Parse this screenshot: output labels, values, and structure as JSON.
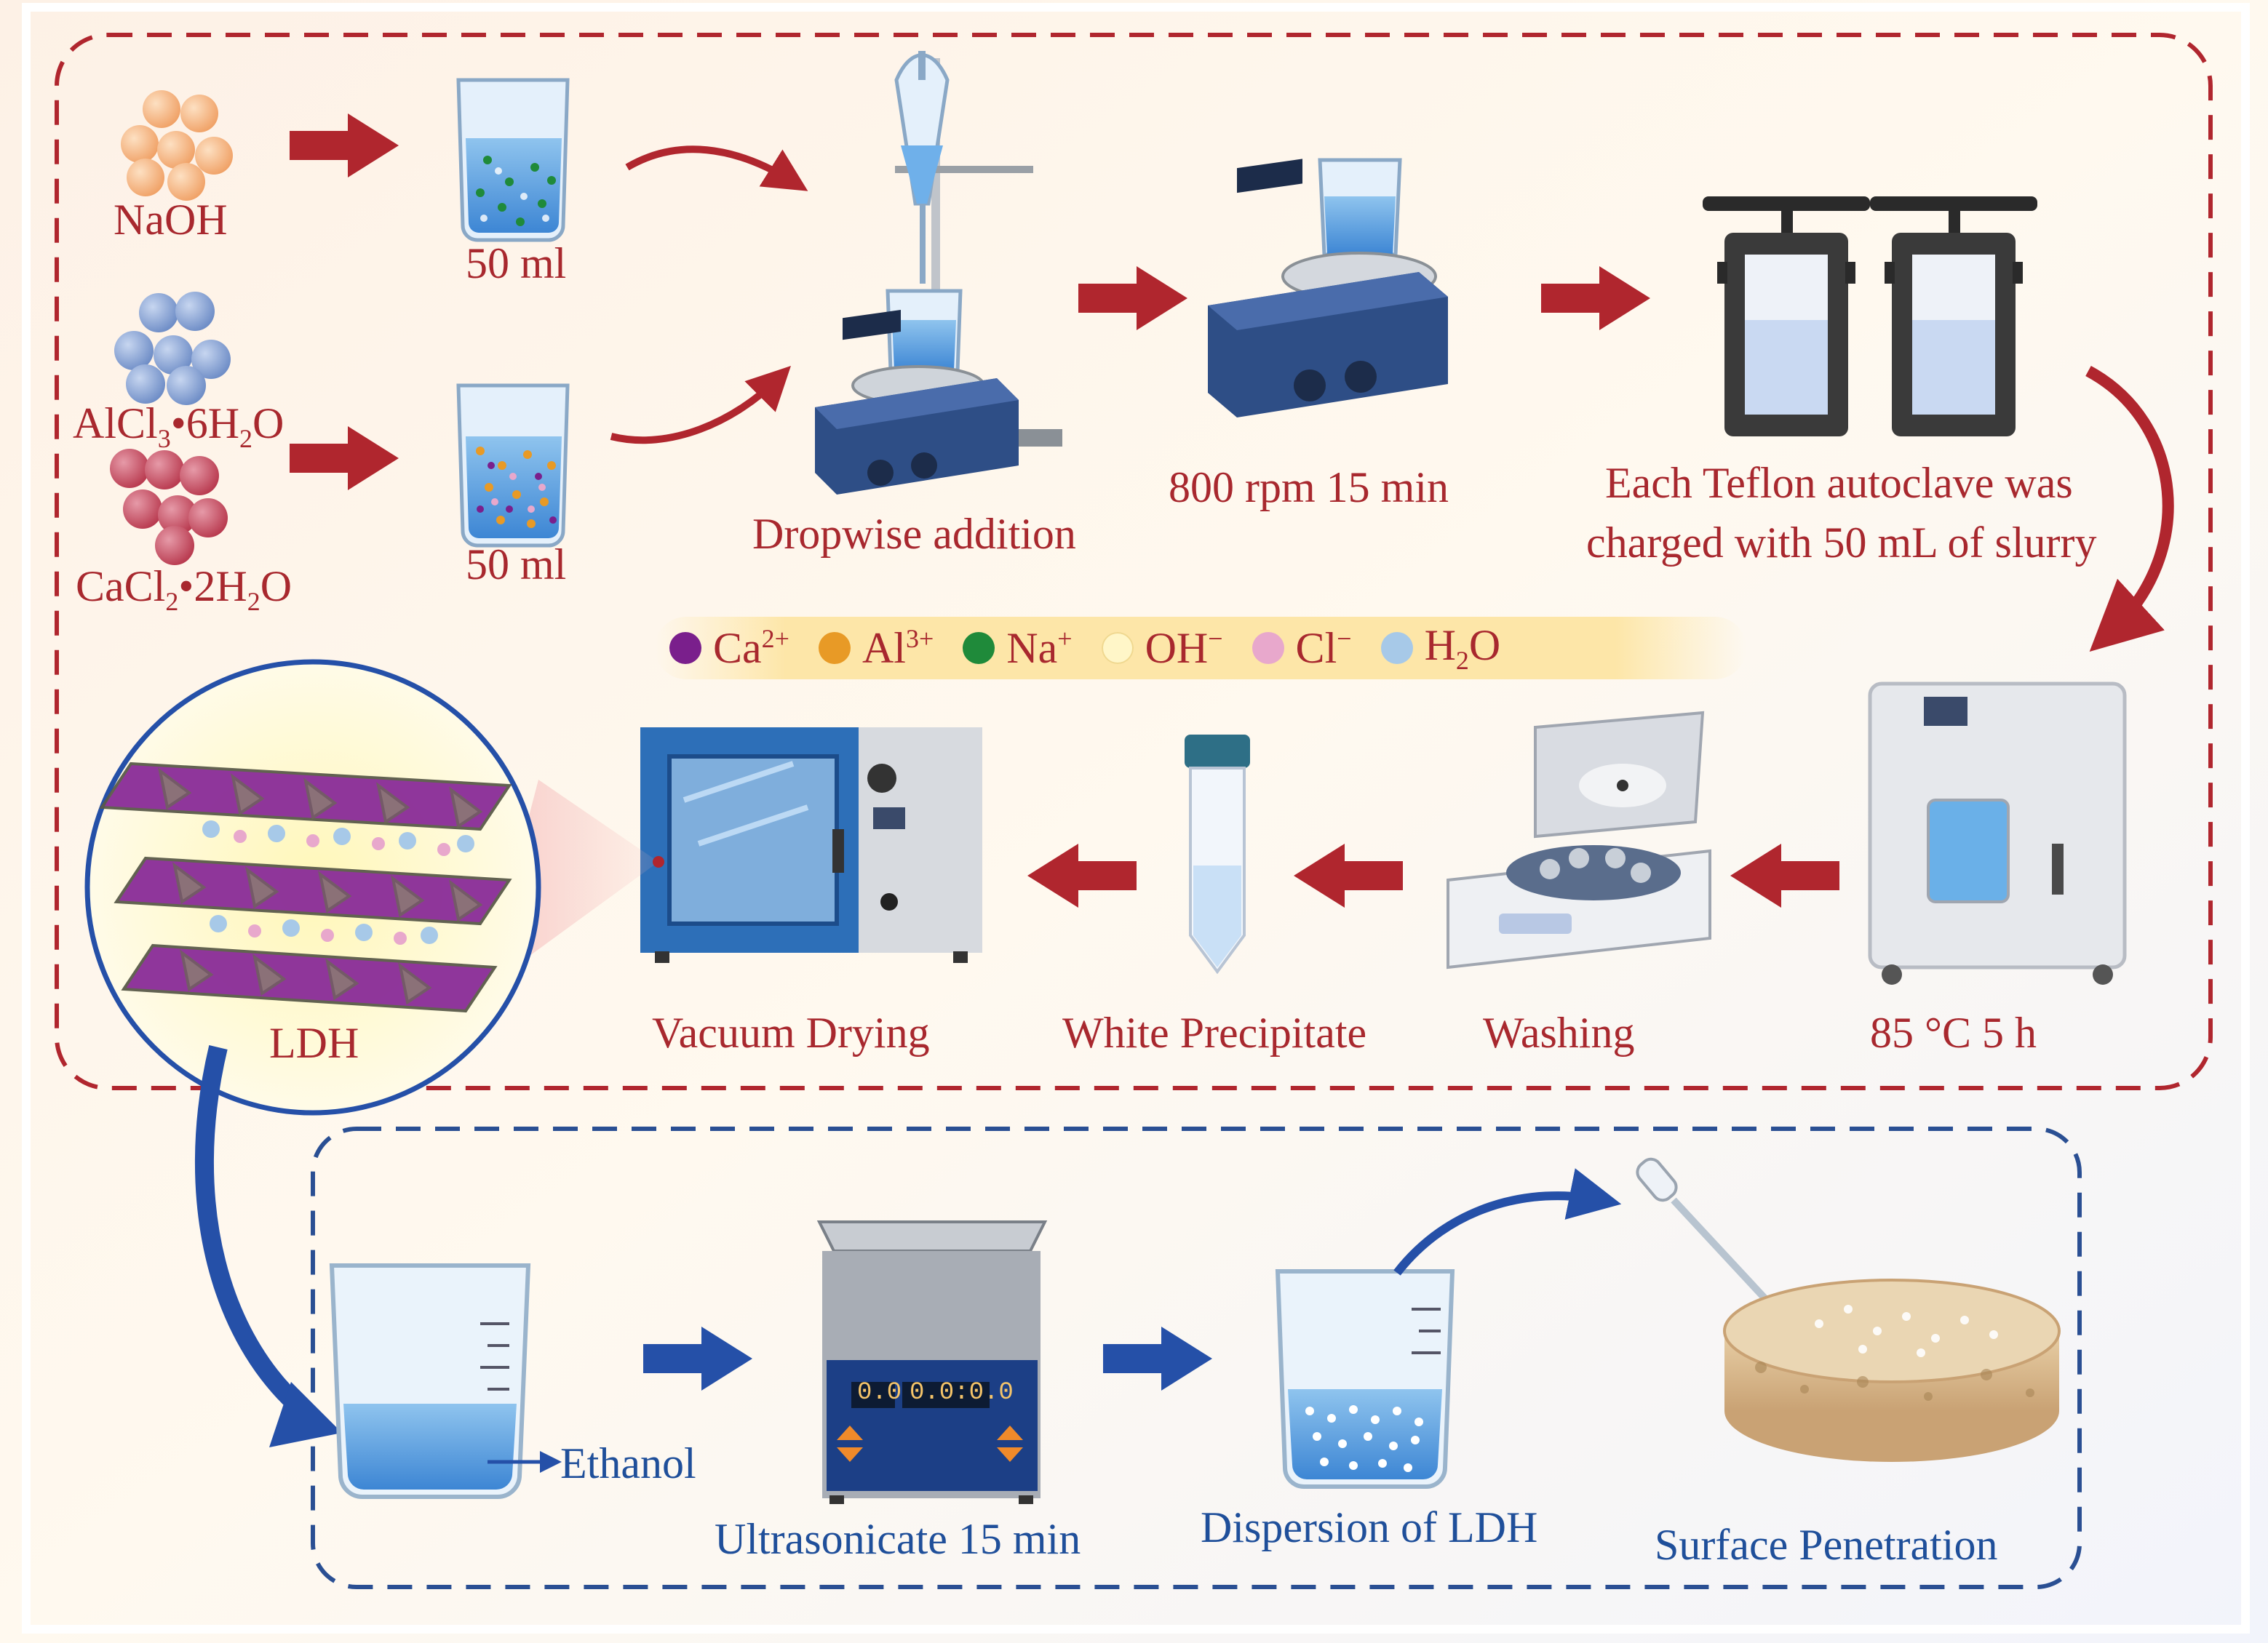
{
  "colors": {
    "accent_red": "#a8282e",
    "accent_blue": "#2550a8",
    "ca": "#7a1f8c",
    "al": "#e89a26",
    "na": "#1f8a3a",
    "oh": "#fff6c8",
    "cl": "#e8a8cc",
    "h2o": "#a7c9e8"
  },
  "reagents": {
    "naoh": "NaOH",
    "alcl3": {
      "base": "AlCl",
      "sub1": "3",
      "mid": "•6H",
      "sub2": "2",
      "end": "O"
    },
    "cacl2": {
      "base": "CaCl",
      "sub1": "2",
      "mid": "•2H",
      "sub2": "2",
      "end": "O"
    }
  },
  "beakers": {
    "top_volume": "50 ml",
    "bottom_volume": "50 ml"
  },
  "steps": {
    "dropwise": "Dropwise addition",
    "stir": "800 rpm  15 min",
    "autoclave_line1": "Each Teflon autoclave was",
    "autoclave_line2": "charged with 50 mL of slurry",
    "oven": "85 °C      5 h",
    "washing": "Washing",
    "precipitate": "White Precipitate",
    "drying": "Vacuum Drying",
    "ldh": "LDH"
  },
  "legend": [
    {
      "name": "ca",
      "base": "Ca",
      "sup": "2+",
      "sub": ""
    },
    {
      "name": "al",
      "base": "Al",
      "sup": "3+",
      "sub": ""
    },
    {
      "name": "na",
      "base": "Na",
      "sup": "+",
      "sub": ""
    },
    {
      "name": "oh",
      "base": "OH",
      "sup": "−",
      "sub": ""
    },
    {
      "name": "cl",
      "base": "Cl",
      "sup": "−",
      "sub": ""
    },
    {
      "name": "h2o",
      "base": "H",
      "sup": "",
      "sub": "2",
      "end": "O"
    }
  ],
  "bottom": {
    "ethanol": "Ethanol",
    "ultrasonicate": "Ultrasonicate  15 min",
    "dispersion": "Dispersion of  LDH",
    "surface": "Surface Penetration",
    "display_left": "0.0",
    "display_right": "0.0:0.0"
  }
}
